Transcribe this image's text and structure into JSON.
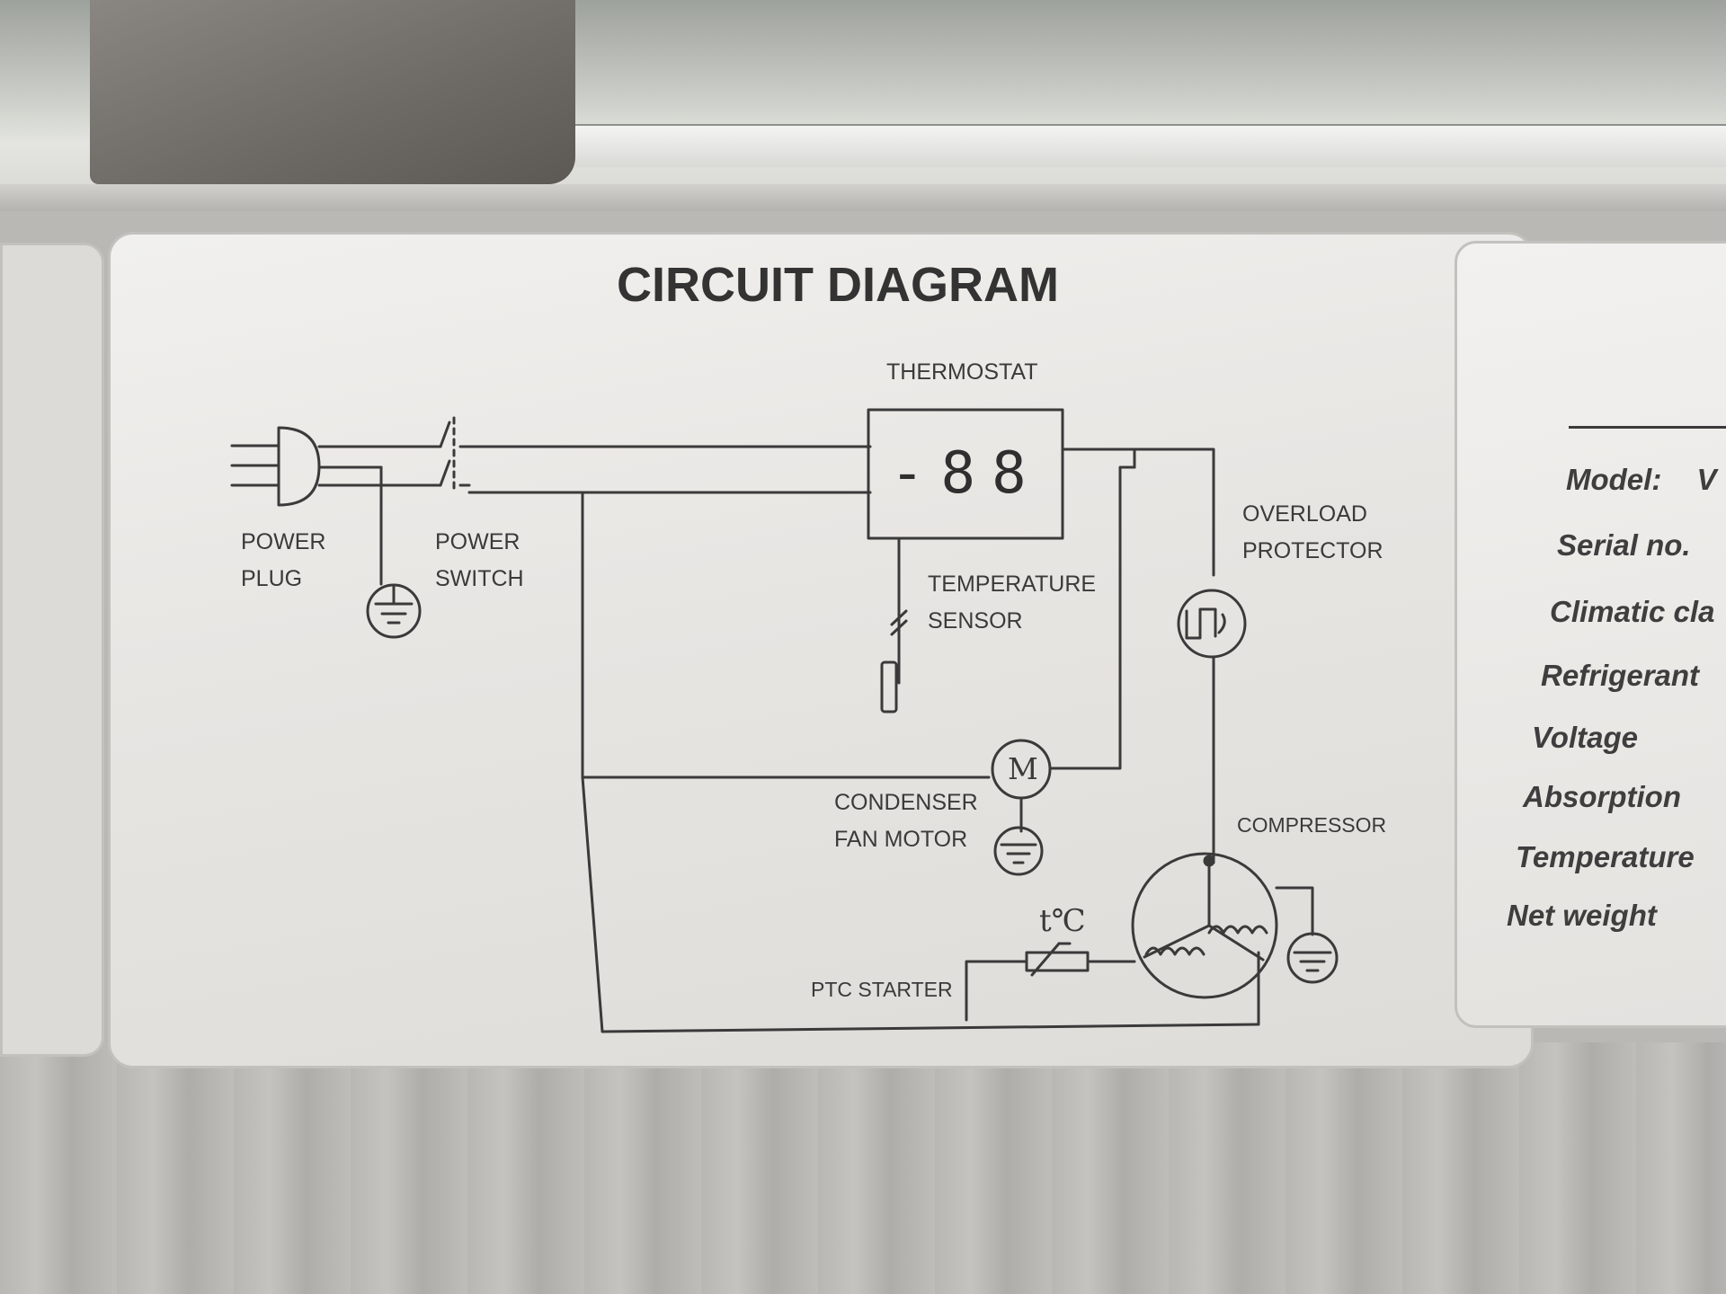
{
  "diagram": {
    "title": "CIRCUIT DIAGRAM",
    "components": {
      "power_plug": [
        "POWER",
        "PLUG"
      ],
      "power_switch": [
        "POWER",
        "SWITCH"
      ],
      "thermostat": "THERMOSTAT",
      "thermostat_display": "-88",
      "temperature_sensor": [
        "TEMPERATURE",
        "SENSOR"
      ],
      "overload_protector": [
        "OVERLOAD",
        "PROTECTOR"
      ],
      "condenser_fan_motor": [
        "CONDENSER",
        "FAN MOTOR"
      ],
      "motor_symbol": "M",
      "compressor": "COMPRESSOR",
      "ptc_starter": "PTC STARTER",
      "ptc_symbol": "t℃"
    }
  },
  "spec_plate": {
    "rows": [
      "Model:",
      "Serial no.",
      "Climatic cla",
      "Refrigerant",
      "Voltage",
      "Absorption",
      "Temperature",
      "Net weight"
    ],
    "model_value_fragment": "V"
  }
}
